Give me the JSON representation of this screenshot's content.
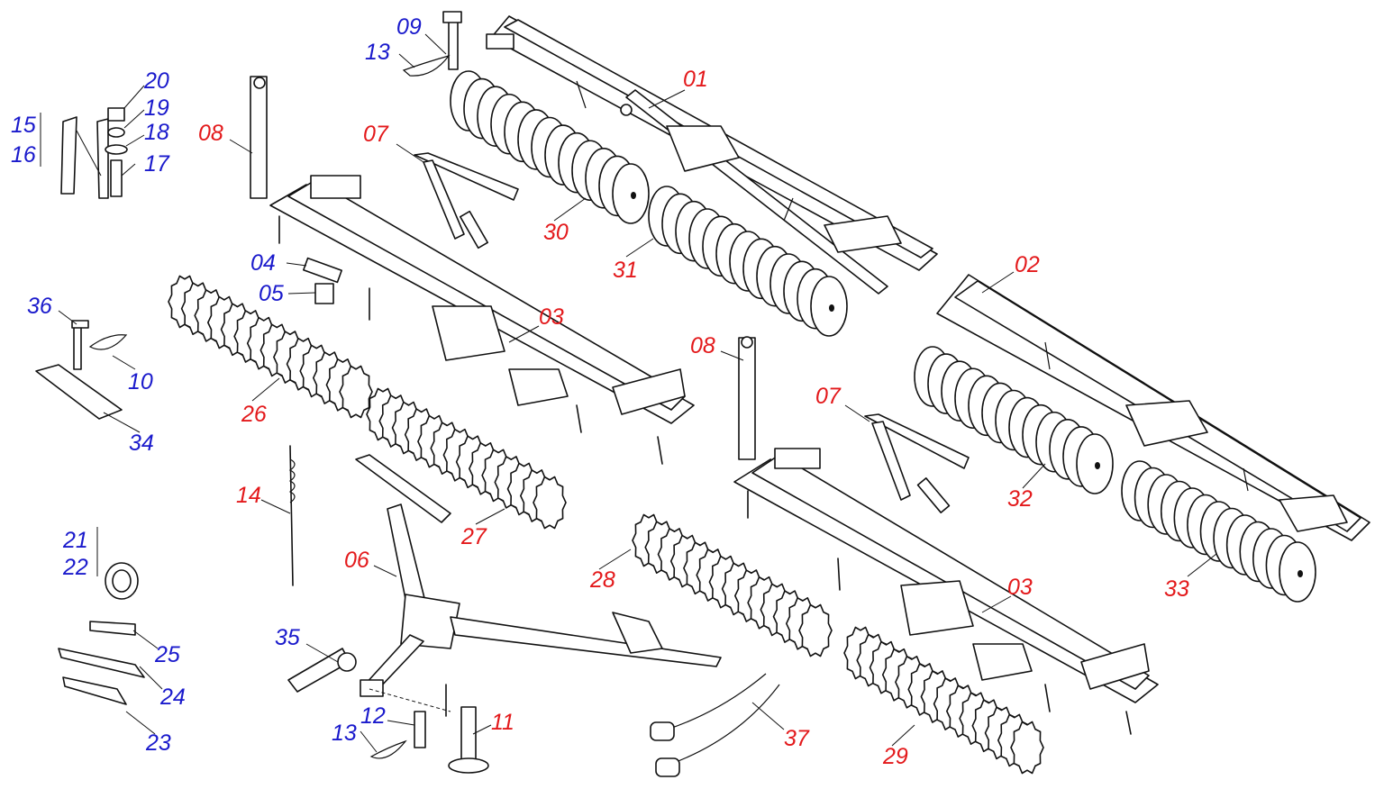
{
  "colors": {
    "red": "#e3191b",
    "blue": "#1a1acc",
    "line": "#111111"
  },
  "callouts": {
    "c01": {
      "text": "01",
      "color": "red"
    },
    "c02": {
      "text": "02",
      "color": "red"
    },
    "c03a": {
      "text": "03",
      "color": "red"
    },
    "c03b": {
      "text": "03",
      "color": "red"
    },
    "c04": {
      "text": "04",
      "color": "blue"
    },
    "c05": {
      "text": "05",
      "color": "blue"
    },
    "c06": {
      "text": "06",
      "color": "red"
    },
    "c07a": {
      "text": "07",
      "color": "red"
    },
    "c07b": {
      "text": "07",
      "color": "red"
    },
    "c08a": {
      "text": "08",
      "color": "red"
    },
    "c08b": {
      "text": "08",
      "color": "red"
    },
    "c09": {
      "text": "09",
      "color": "blue"
    },
    "c10": {
      "text": "10",
      "color": "blue"
    },
    "c11": {
      "text": "11",
      "color": "red"
    },
    "c12": {
      "text": "12",
      "color": "blue"
    },
    "c13a": {
      "text": "13",
      "color": "blue"
    },
    "c13b": {
      "text": "13",
      "color": "blue"
    },
    "c14": {
      "text": "14",
      "color": "red"
    },
    "c15": {
      "text": "15",
      "color": "blue"
    },
    "c16": {
      "text": "16",
      "color": "blue"
    },
    "c17": {
      "text": "17",
      "color": "blue"
    },
    "c18": {
      "text": "18",
      "color": "blue"
    },
    "c19": {
      "text": "19",
      "color": "blue"
    },
    "c20": {
      "text": "20",
      "color": "blue"
    },
    "c21": {
      "text": "21",
      "color": "blue"
    },
    "c22": {
      "text": "22",
      "color": "blue"
    },
    "c23": {
      "text": "23",
      "color": "blue"
    },
    "c24": {
      "text": "24",
      "color": "blue"
    },
    "c25": {
      "text": "25",
      "color": "blue"
    },
    "c26": {
      "text": "26",
      "color": "red"
    },
    "c27": {
      "text": "27",
      "color": "red"
    },
    "c28": {
      "text": "28",
      "color": "red"
    },
    "c29": {
      "text": "29",
      "color": "red"
    },
    "c30": {
      "text": "30",
      "color": "red"
    },
    "c31": {
      "text": "31",
      "color": "red"
    },
    "c32": {
      "text": "32",
      "color": "red"
    },
    "c33": {
      "text": "33",
      "color": "red"
    },
    "c34": {
      "text": "34",
      "color": "blue"
    },
    "c35": {
      "text": "35",
      "color": "blue"
    },
    "c36": {
      "text": "36",
      "color": "blue"
    },
    "c37": {
      "text": "37",
      "color": "red"
    }
  }
}
